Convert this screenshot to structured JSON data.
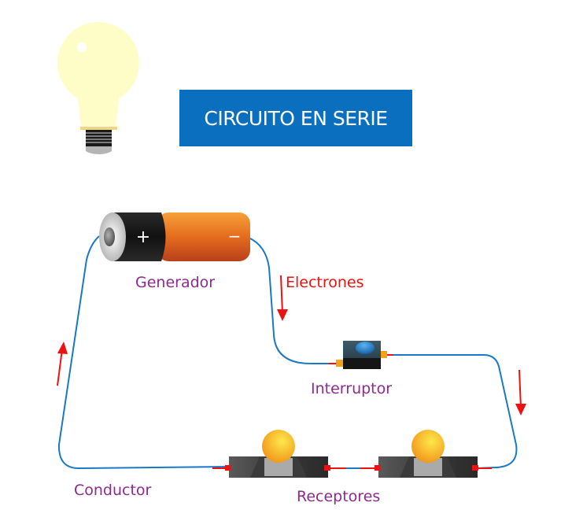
{
  "title": "CIRCUITO EN SERIE",
  "colors": {
    "title_bg": "#0a6fbf",
    "wire": "#1a78c8",
    "arrow": "#ee1111",
    "label": "#8e2a8e",
    "electrones_label": "#ee1111",
    "bulb_glass": "#fefdc8",
    "battery_orange": "#e8731f",
    "receptor_bulb": "#f7b52a"
  },
  "labels": {
    "generator": "Generador",
    "electrons": "Electrones",
    "switch": "Interruptor",
    "conductor": "Conductor",
    "receptors": "Receptores"
  },
  "battery": {
    "positive_symbol": "+",
    "negative_symbol": "−"
  },
  "icons": {
    "decorative_bulb": "light-bulb-icon",
    "battery": "battery-icon",
    "switch": "push-button-switch-icon",
    "receptor": "lamp-receptor-icon",
    "arrow": "arrow-icon"
  }
}
